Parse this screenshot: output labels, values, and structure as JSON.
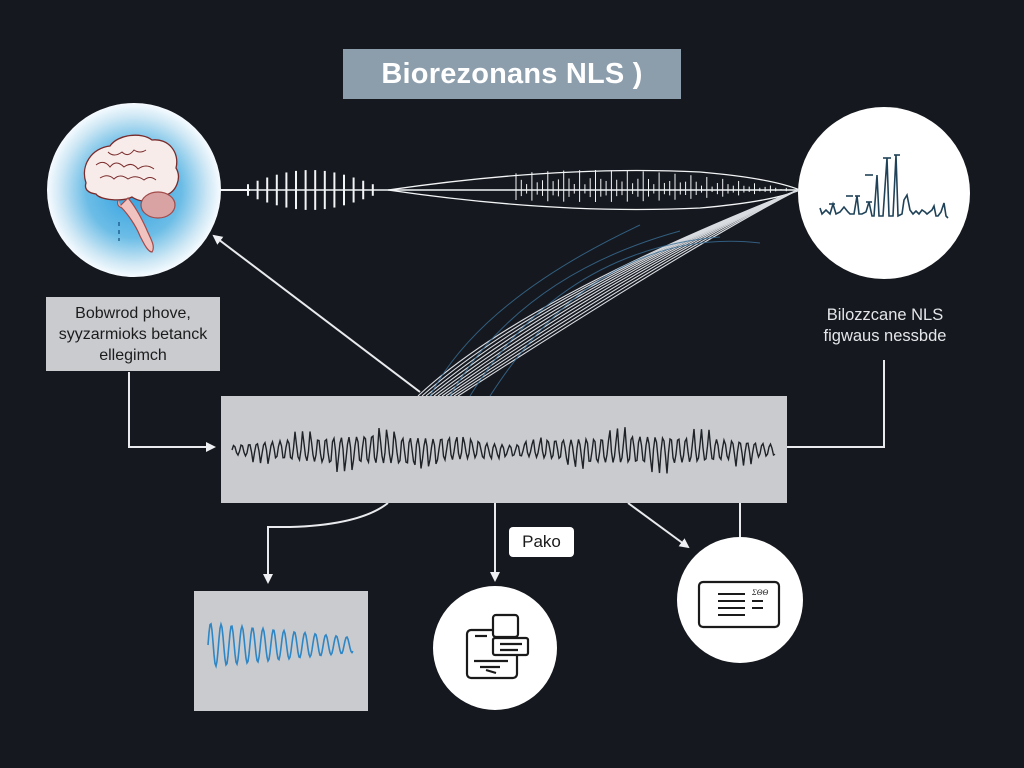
{
  "title": "Biorezonans NLS )",
  "left_box": {
    "lines": [
      "Bobwrod phove,",
      "syyzarmioks betanck",
      "ellegimch"
    ]
  },
  "right_label": {
    "lines": [
      "Bilozzcane NLS",
      "figwaus nessbde"
    ]
  },
  "pako_label": "Pako",
  "nodes": {
    "brain": "brain-icon",
    "spectrum": "spike-spectrum-icon",
    "signal_panel": "waveform-signal",
    "mini_wave": "mini-waveform",
    "document": "document-chat-icon",
    "card": "card-list-icon",
    "card_badge": "ΣΘΘ"
  },
  "colors": {
    "background": "#15181e",
    "title_bg": "#8c9dac",
    "panel_bg": "#c9cbcf",
    "line": "#e8eaee",
    "accent_blue": "#3a87c4",
    "wave_dark": "#1f2328",
    "spectrum_line": "#1f4258"
  }
}
